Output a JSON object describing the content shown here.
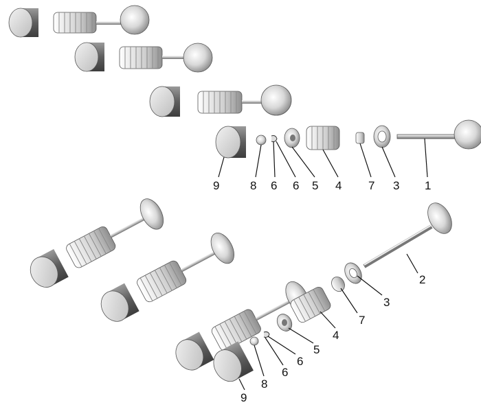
{
  "diagram": {
    "callouts_top": {
      "valve": "1",
      "seat_washer": "3",
      "spring_seat": "7",
      "spring": "4",
      "retainer": "5",
      "collet_right": "6",
      "collet_left": "6",
      "cap": "8",
      "tappet": "9"
    },
    "callouts_bottom": {
      "valve": "2",
      "seat_washer": "3",
      "spring_seat": "7",
      "spring": "4",
      "retainer": "5",
      "collet_right": "6",
      "collet_left": "6",
      "cap": "8",
      "tappet": "9"
    }
  }
}
